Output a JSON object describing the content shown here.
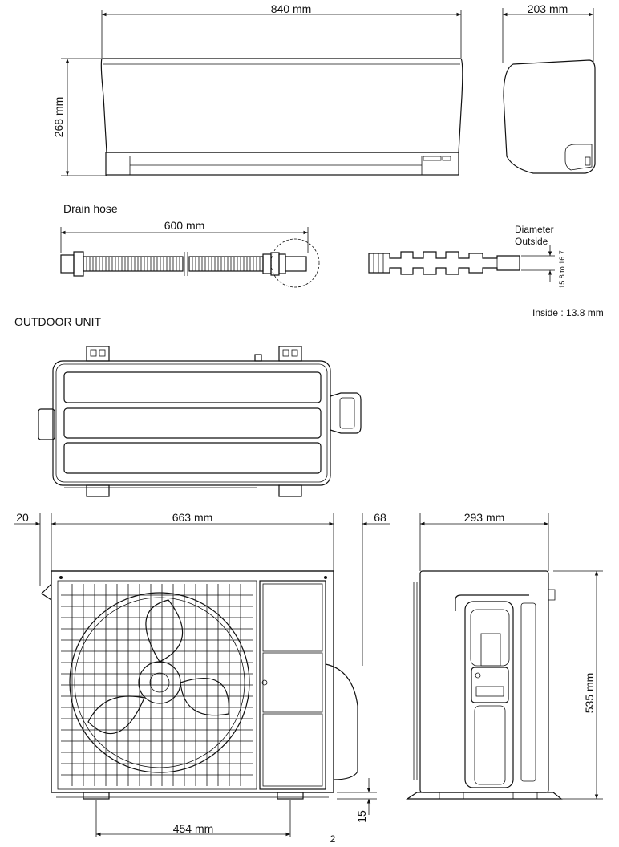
{
  "indoor": {
    "width_label": "840 mm",
    "depth_label": "203 mm",
    "height_label": "268 mm"
  },
  "drain_hose": {
    "title": "Drain hose",
    "length_label": "600 mm",
    "diameter_label_line1": "Diameter",
    "diameter_label_line2": "Outside",
    "outside_range_label": "15.8 to 16.7",
    "inside_label": "Inside : 13.8 mm"
  },
  "outdoor": {
    "title": "OUTDOOR UNIT",
    "left_offset_label": "20",
    "width_label": "663 mm",
    "right_offset_label": "68",
    "depth_label": "293 mm",
    "height_label": "535 mm",
    "foot_spacing_label": "454 mm",
    "foot_height_label": "15"
  },
  "page_number": "2"
}
